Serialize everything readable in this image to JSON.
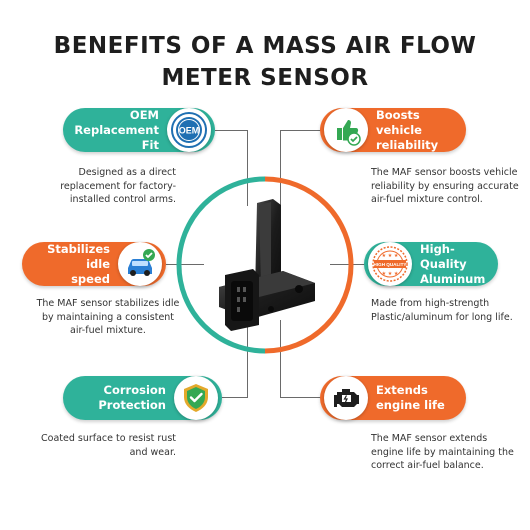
{
  "title": {
    "line1": "BENEFITS OF A MASS AIR FLOW",
    "line2": "METER SENSOR"
  },
  "colors": {
    "teal": "#2fb29a",
    "orange": "#ef6a2b",
    "green_check": "#34a853",
    "dark": "#1e1e1e"
  },
  "benefits": [
    {
      "label_line1": "OEM",
      "label_line2": "Replacement Fit",
      "icon": "oem-badge-icon",
      "icon_text": "OEM",
      "description": "Designed as a direct replacement for factory-installed control arms."
    },
    {
      "label_line1": "Boosts vehicle",
      "label_line2": "reliability",
      "icon": "thumbs-up-check-icon",
      "description": "The MAF sensor boosts vehicle reliability by ensuring accurate air-fuel mixture control."
    },
    {
      "label_line1": "Stabilizes idle",
      "label_line2": "speed",
      "icon": "car-check-icon",
      "description": "The MAF sensor stabilizes idle by maintaining a consistent air-fuel mixture."
    },
    {
      "label_line1": "High-Quality",
      "label_line2": "Aluminum",
      "icon": "high-quality-stamp-icon",
      "icon_text": "HIGH QUALITY",
      "description": "Made from high-strength Plastic/aluminum for long life."
    },
    {
      "label_line1": "Corrosion",
      "label_line2": "Protection",
      "icon": "shield-check-icon",
      "description": "Coated surface to resist rust and wear."
    },
    {
      "label_line1": "Extends",
      "label_line2": "engine life",
      "icon": "engine-icon",
      "description": "The MAF sensor extends engine life by maintaining the correct air-fuel balance."
    }
  ]
}
